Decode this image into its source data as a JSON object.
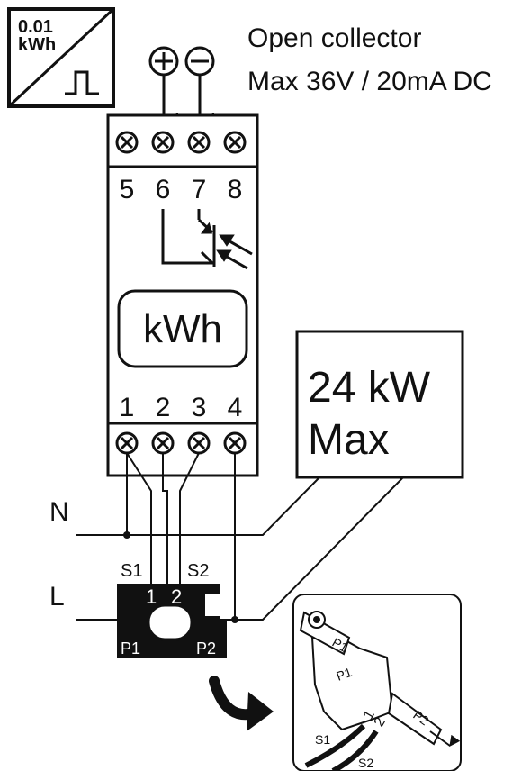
{
  "meter_symbol": {
    "value": "0.01",
    "unit": "kWh"
  },
  "pulse_output": {
    "line1": "Open collector",
    "line2": "Max 36V / 20mA DC",
    "plus_symbol": "+",
    "minus_symbol": "−"
  },
  "meter": {
    "display_label": "kWh",
    "top_terminals": [
      "5",
      "6",
      "7",
      "8"
    ],
    "bottom_terminals": [
      "1",
      "2",
      "3",
      "4"
    ]
  },
  "max_power_box": {
    "line1": "24 kW",
    "line2": "Max"
  },
  "lines": {
    "neutral": "N",
    "live": "L"
  },
  "current_transformer": {
    "secondary_left": "S1",
    "secondary_right": "S2",
    "wire_1": "1",
    "wire_2": "2",
    "primary_left": "P1",
    "primary_right": "P2"
  },
  "detail_view": {
    "p1_top": "P1",
    "p1_side": "P1",
    "p2": "P2",
    "wire_1": "1",
    "wire_2": "2",
    "s1": "S1",
    "s2": "S2"
  }
}
